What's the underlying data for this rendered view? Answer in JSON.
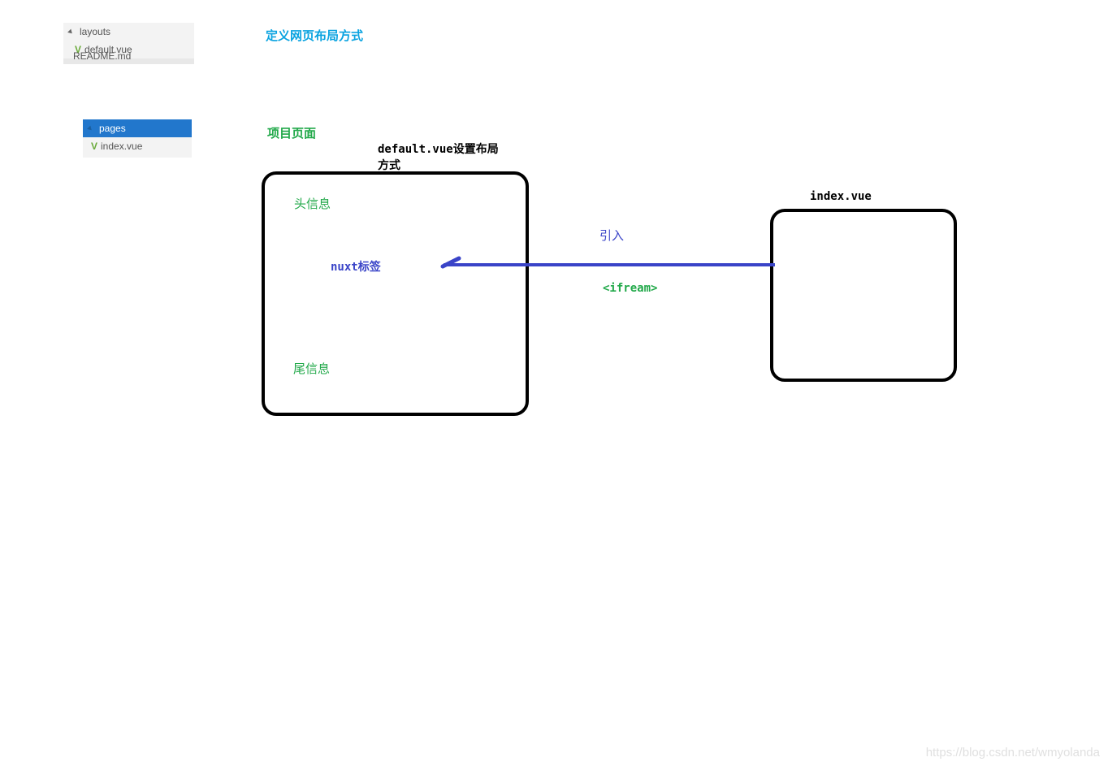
{
  "explorer_layouts": {
    "folder": "layouts",
    "file": "default.vue",
    "cut_row": "README.md"
  },
  "explorer_pages": {
    "folder": "pages",
    "file": "index.vue"
  },
  "labels": {
    "define_layout": "定义网页布局方式",
    "project_page": "项目页面",
    "default_caption": "default.vue设置布局方式",
    "header_info": "头信息",
    "nuxt_tag": "nuxt标签",
    "footer_info": "尾信息",
    "index_caption": "index.vue",
    "import": "引入",
    "iframe": "<ifream>"
  },
  "watermark": "https://blog.csdn.net/wmyolanda",
  "colors": {
    "cyan": "#0aa3e0",
    "green": "#22a94a",
    "blue": "#3a44c8",
    "selected": "#2277cc"
  }
}
